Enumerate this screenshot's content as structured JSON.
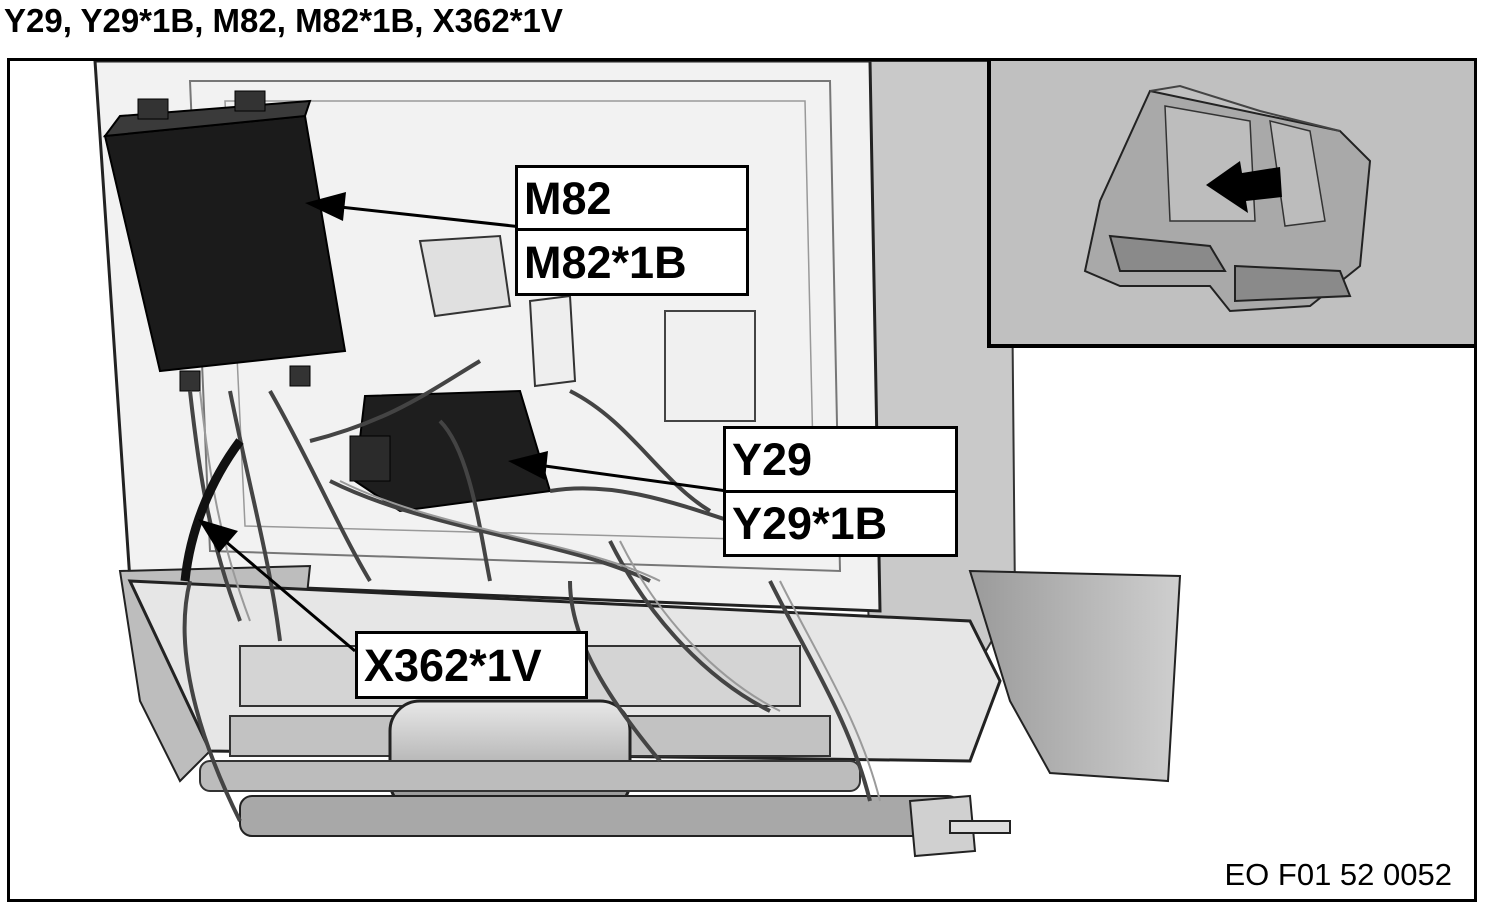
{
  "title": "Y29, Y29*1B, M82, M82*1B, X362*1V",
  "labels": {
    "m82": "M82",
    "m82_1b": "M82*1B",
    "y29": "Y29",
    "y29_1b": "Y29*1B",
    "x362_1v": "X362*1V"
  },
  "reference": "EO F01 52 0052"
}
